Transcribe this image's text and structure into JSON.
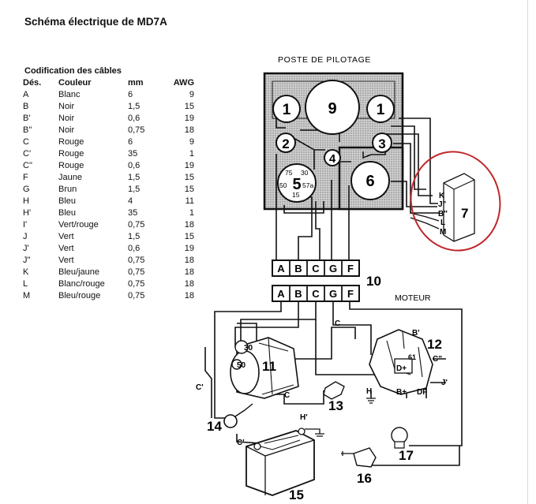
{
  "title": "Schéma électrique de MD7A",
  "cables": {
    "heading": "Codification des câbles",
    "columns": [
      "Dés.",
      "Couleur",
      "mm",
      "AWG"
    ],
    "rows": [
      [
        "A",
        "Blanc",
        "6",
        "9"
      ],
      [
        "B",
        "Noir",
        "1,5",
        "15"
      ],
      [
        "B'",
        "Noir",
        "0,6",
        "19"
      ],
      [
        "B\"",
        "Noir",
        "0,75",
        "18"
      ],
      [
        "C",
        "Rouge",
        "6",
        "9"
      ],
      [
        "C'",
        "Rouge",
        "35",
        "1"
      ],
      [
        "C\"",
        "Rouge",
        "0,6",
        "19"
      ],
      [
        "F",
        "Jaune",
        "1,5",
        "15"
      ],
      [
        "G",
        "Brun",
        "1,5",
        "15"
      ],
      [
        "H",
        "Bleu",
        "4",
        "11"
      ],
      [
        "H'",
        "Bleu",
        "35",
        "1"
      ],
      [
        "I'",
        "Vert/rouge",
        "0,75",
        "18"
      ],
      [
        "J",
        "Vert",
        "1,5",
        "15"
      ],
      [
        "J'",
        "Vert",
        "0,6",
        "19"
      ],
      [
        "J\"",
        "Vert",
        "0,75",
        "18"
      ],
      [
        "K",
        "Bleu/jaune",
        "0,75",
        "18"
      ],
      [
        "L",
        "Blanc/rouge",
        "0,75",
        "18"
      ],
      [
        "M",
        "Bleu/rouge",
        "0,75",
        "18"
      ]
    ]
  },
  "diagram": {
    "panel_label": "POSTE DE PILOTAGE",
    "motor_label": "MOTEUR",
    "gauge_1": "1",
    "gauge_9": "9",
    "switch_2": "2",
    "switch_3": "3",
    "switch_4": "4",
    "key_5": "5",
    "key_terminals": [
      "75",
      "30",
      "50",
      "57a",
      "15"
    ],
    "gauge_6": "6",
    "box_7": "7",
    "box_7_wires": [
      "K",
      "J\"",
      "B\"",
      "L",
      "M"
    ],
    "connector_letters": [
      "A",
      "B",
      "C",
      "G",
      "F"
    ],
    "connector_10": "10",
    "starter_11": "11",
    "starter_terminals": [
      "30",
      "50"
    ],
    "alternator_12": "12",
    "alternator_labels": [
      "B'",
      "C\"",
      "61",
      "D+",
      "B+",
      "DF",
      "J'",
      "H"
    ],
    "relay_13": "13",
    "fuse_14": "14",
    "battery_15": "15",
    "sensor_16": "16",
    "sensor_17": "17",
    "wire_labels": {
      "c_top": "C",
      "c_prime_left": "C'",
      "c_mid": "C",
      "c_batt": "C'",
      "h_prime": "H'"
    }
  }
}
